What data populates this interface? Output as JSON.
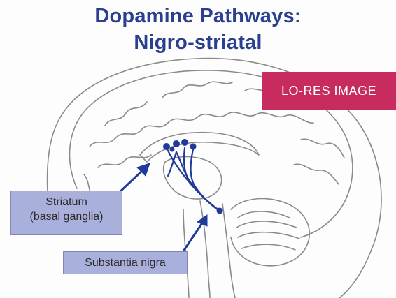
{
  "title": {
    "line1": "Dopamine Pathways:",
    "line2": "Nigro-striatal"
  },
  "banner": {
    "label": "LO-RES IMAGE",
    "color": "#c82c5e"
  },
  "labels": {
    "striatum_line1": "Striatum",
    "striatum_line2": "(basal ganglia)",
    "substantia_nigra": "Substantia nigra"
  },
  "colors": {
    "title": "#2a3f8f",
    "pathway": "#1f3a9a",
    "label_box": "#aab0dc",
    "brain_outline": "#8a8a8a"
  }
}
